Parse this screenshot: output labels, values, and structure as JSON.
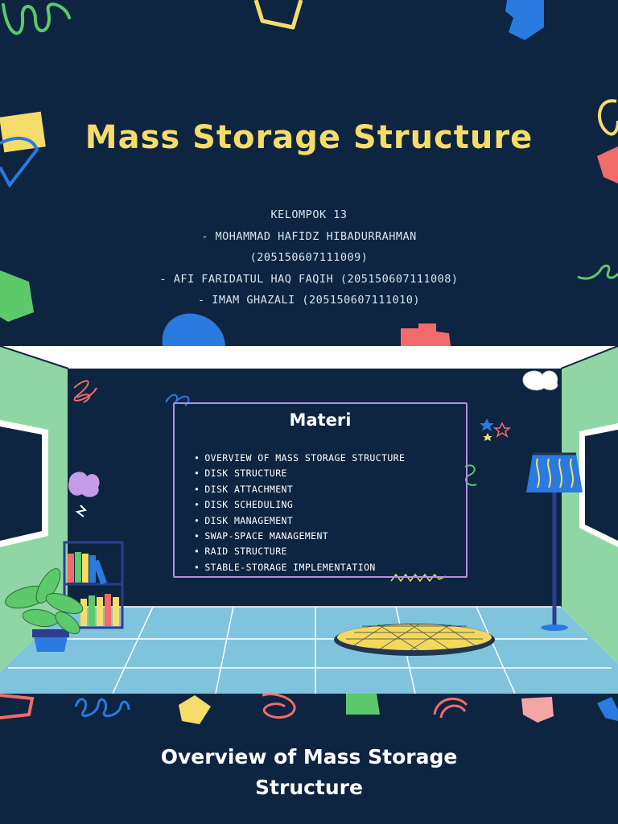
{
  "slides": {
    "title": {
      "heading": "Mass Storage Structure",
      "group": "KELOMPOK 13",
      "members": [
        "- MOHAMMAD HAFIDZ HIBADURRAHMAN",
        "(205150607111009)",
        "- AFI FARIDATUL HAQ FAQIH (205150607111008)",
        "- IMAM GHAZALI (205150607111010)"
      ]
    },
    "materi": {
      "heading": "Materi",
      "topics": [
        "OVERVIEW OF MASS STORAGE STRUCTURE",
        "DISK STRUCTURE",
        "DISK ATTACHMENT",
        "DISK SCHEDULING",
        "DISK MANAGEMENT",
        "SWAP-SPACE MANAGEMENT",
        "RAID STRUCTURE",
        "STABLE-STORAGE IMPLEMENTATION"
      ]
    },
    "overview": {
      "heading_line1": "Overview of Mass Storage",
      "heading_line2": "Structure"
    }
  },
  "colors": {
    "navy": "#0d2540",
    "title_yellow": "#f6dc6a",
    "wall_green": "#8fd6a4",
    "floor_blue": "#7fc4dc",
    "board_border": "#b48ee0"
  }
}
